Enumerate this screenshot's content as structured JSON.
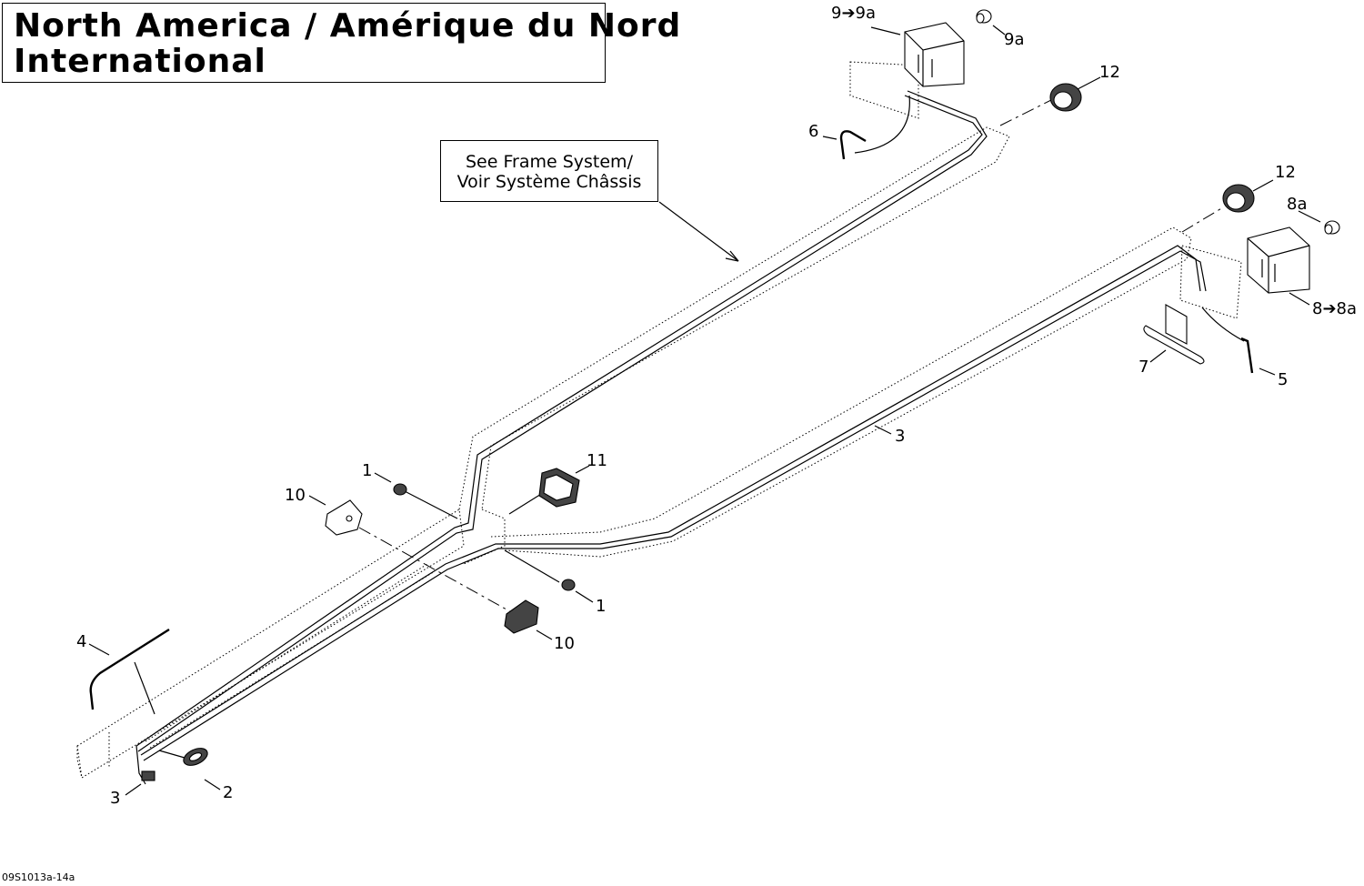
{
  "title": {
    "line1": "North America / Amérique du Nord",
    "line2": "International"
  },
  "note": {
    "line1": "See Frame System/",
    "line2": "Voir Système Châssis"
  },
  "callouts": {
    "c_9_to_9a": "9➔9a",
    "c_9a": "9a",
    "c_12_top": "12",
    "c_6": "6",
    "c_12_right": "12",
    "c_8a": "8a",
    "c_8_to_8a": "8➔8a",
    "c_7": "7",
    "c_5": "5",
    "c_3_mid": "3",
    "c_11": "11",
    "c_1_top": "1",
    "c_10_top": "10",
    "c_1_bottom": "1",
    "c_10_bottom": "10",
    "c_4": "4",
    "c_3_bottom": "3",
    "c_2": "2"
  },
  "drawing_code": "09S1013a-14a"
}
